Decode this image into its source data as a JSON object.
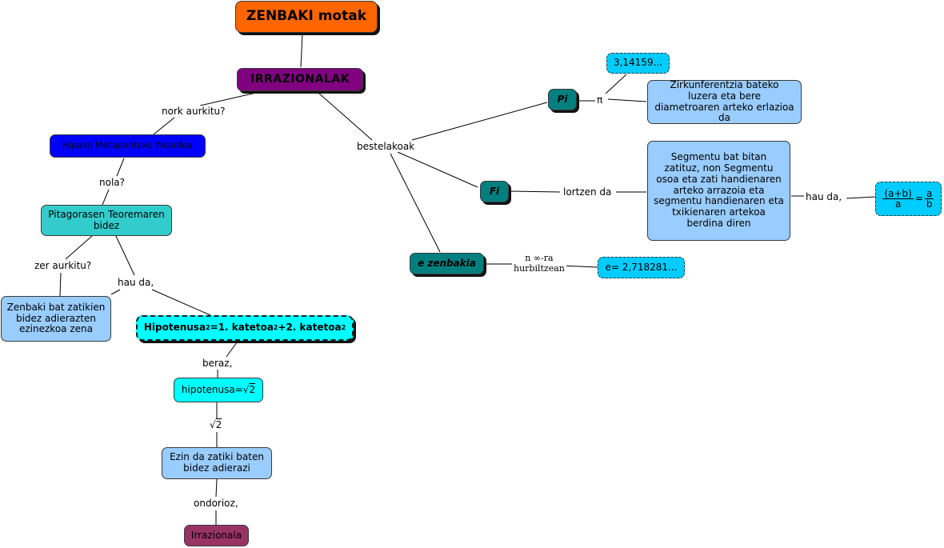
{
  "nodes": {
    "title": "ZENBAKI motak",
    "irrazionalak": "IRRAZIONALAK",
    "hipaso": "Hipaso Metapontoko filosofoa",
    "pitagoras": "Pitagorasen Teoremaren bidez",
    "zenbaki_bat": "Zenbaki bat zatikien bidez adierazten ezinezkoa zena",
    "hipotenusa_formula": {
      "hipotenusa": "Hipotenusa",
      "sup": "2",
      "eq": "=1. katetoa",
      "plus": "+2. katetoa"
    },
    "hipotenusa_sqrt": {
      "prefix": "hipotenusa=",
      "radical": "√",
      "value": "2"
    },
    "ezin_da": "Ezin da zatiki baten bidez adierazi",
    "irrazionala": "Irrazionala",
    "pi": "Pi",
    "pi_value": "3,14159...",
    "pi_def": "Zirkunferentzia bateko luzera eta bere diametroaren arteko erlazioa da",
    "fi": "Fi",
    "fi_def": "Segmentu bat bitan zatituz, non Segmentu osoa eta zati handienaren arteko arrazoia eta segmentu handienaren eta txikienaren artekoa berdina diren",
    "fi_formula": {
      "num1": "(a+b)",
      "den1": "a",
      "eq": "=",
      "num2": "a",
      "den2": "b"
    },
    "e": "e zenbakia",
    "e_value": "e= 2,718281..."
  },
  "labels": {
    "nork": "nork aurkitu?",
    "nola": "nola?",
    "zer": "zer aurkitu?",
    "hau_da1": "hau da,",
    "beraz": "beraz,",
    "sqrt2": {
      "radical": "√",
      "value": "2"
    },
    "ondorioz": "ondorioz,",
    "bestelakoak": "bestelakoak",
    "pi_symbol": "π",
    "lortzen": "lortzen da",
    "hau_da2": "hau da,",
    "n_line1": "n ∞-ra",
    "n_line2": "hurbiltzean"
  },
  "colors": {
    "title": "#ff6600",
    "irrazionalak": "#800080",
    "hipaso": "#0000ff",
    "pitagoras": "#33cccc",
    "light_blue": "#99ccff",
    "cyan": "#00ffff",
    "teal": "#007f7f",
    "sky": "#00ccff",
    "irrazionala": "#993366"
  }
}
